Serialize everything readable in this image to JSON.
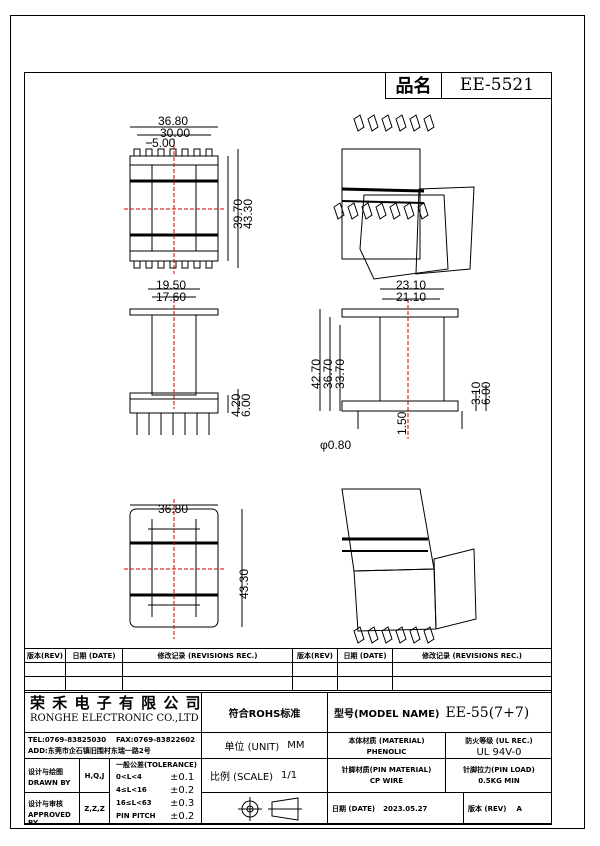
{
  "title_block": {
    "label": "品名",
    "part_number": "EE-5521"
  },
  "dimensions": {
    "top_view": {
      "w_overall": "36.80",
      "w_inner": "30.00",
      "pitch": "5.00",
      "h_inner": "39.70",
      "h_overall": "43.30"
    },
    "front_view": {
      "w_outer": "19.50",
      "w_inner": "17.60",
      "pin_h1": "4.20",
      "pin_h2": "6.00"
    },
    "side_view": {
      "w_outer": "23.10",
      "w_inner": "21.10",
      "h_overall": "42.70",
      "h_mid": "36.70",
      "h_inner": "33.70",
      "pin_off": "1.50",
      "pin_dia": "φ0.80",
      "pin_h1": "3.10",
      "pin_h2": "6.00"
    },
    "bottom_view": {
      "w_overall": "36.80",
      "h_overall": "43.30"
    }
  },
  "revision_table": {
    "headers": [
      "版本(REV)",
      "日期 (DATE)",
      "修改记录 (REVISIONS REC.)",
      "版本(REV)",
      "日期 (DATE)",
      "修改记录 (REVISIONS REC.)"
    ]
  },
  "company": {
    "name_cn": "荣 禾 电 子 有 限 公 司",
    "name_en": "RONGHE ELECTRONIC CO.,LTD",
    "tel": "TEL:0769-83825030",
    "fax": "FAX:0769-83822602",
    "address": "ADD:东莞市企石镇旧围村东瑞一路2号"
  },
  "rohs": "符合ROHS标准",
  "model": {
    "label": "型号(MODEL NAME)",
    "value": "EE-55(7+7)"
  },
  "unit": {
    "label": "单位 (UNIT)",
    "value": "MM"
  },
  "material": {
    "label": "本体材质 (MATERIAL)",
    "value": "PHENOLIC"
  },
  "ul": {
    "label": "防火等级 (UL REC.)",
    "value": "UL 94V-0"
  },
  "drawn": {
    "label_cn": "设计与绘图",
    "label_en": "DRAWN BY",
    "value": "H,Q,J"
  },
  "approved": {
    "label_cn": "设计与审核",
    "label_en": "APPROVED BY",
    "value": "Z,Z,Z"
  },
  "tolerance": {
    "header": "一般公差(TOLERANCE)",
    "rows": [
      {
        "range": "0<L<4",
        "tol": "±0.1"
      },
      {
        "range": "4≤L<16",
        "tol": "±0.2"
      },
      {
        "range": "16≤L<63",
        "tol": "±0.3"
      },
      {
        "range": "PIN PITCH",
        "tol": "±0.2"
      }
    ]
  },
  "scale": {
    "label": "比例 (SCALE)",
    "value": "1/1"
  },
  "pin_material": {
    "label": "针脚材质(PIN MATERIAL)",
    "value": "CP WIRE"
  },
  "pin_load": {
    "label": "针脚拉力(PIN LOAD)",
    "value": "0.5KG MIN"
  },
  "date": {
    "label": "日期 (DATE)",
    "value": "2023.05.27"
  },
  "rev": {
    "label": "版本 (REV)",
    "value": "A"
  }
}
